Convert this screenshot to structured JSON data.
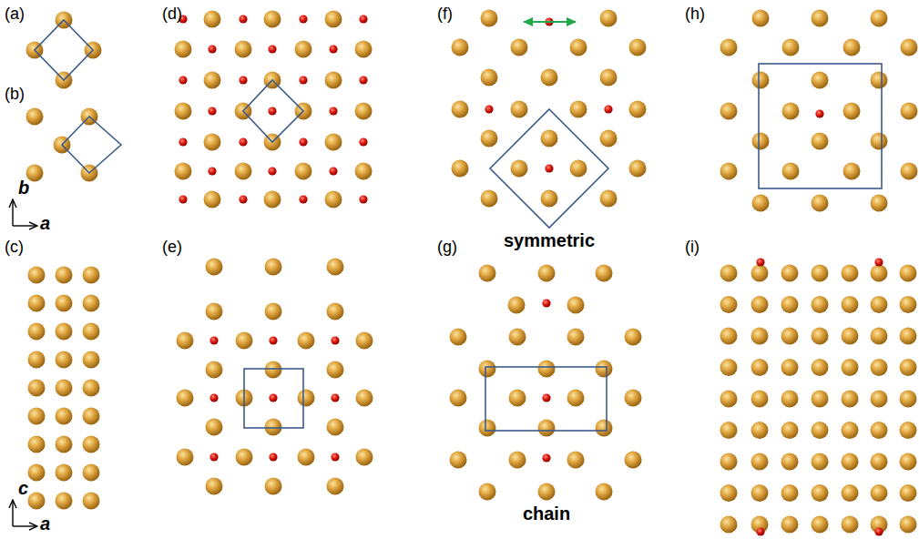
{
  "diagram": {
    "labels": [
      "(a)",
      "(b)",
      "(c)",
      "(d)",
      "(e)",
      "(f)",
      "(g)",
      "(h)",
      "(i)",
      "b",
      "a",
      "c",
      "a",
      "symmetric",
      "chain"
    ]
  }
}
